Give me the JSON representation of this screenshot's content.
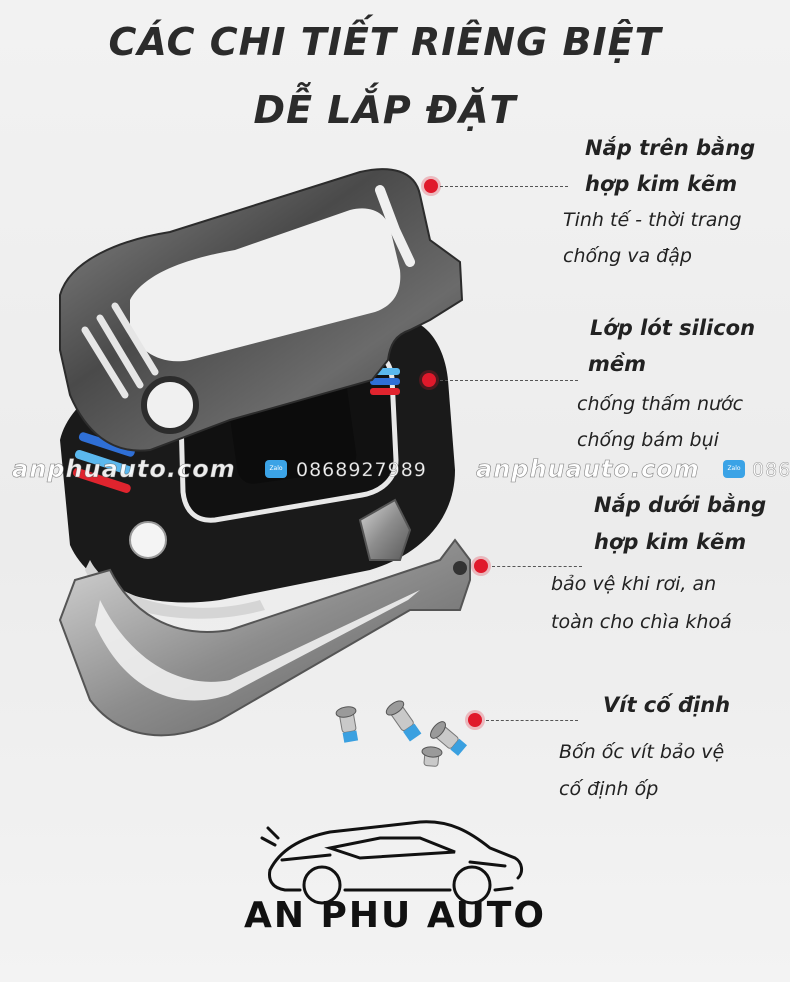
{
  "title": {
    "line1": "CÁC CHI TIẾT RIÊNG BIỆT",
    "line2": "DỄ LẮP ĐẶT"
  },
  "callouts": [
    {
      "heading": [
        "Nắp trên bằng",
        "hợp kim kẽm"
      ],
      "description": [
        "Tinh tế - thời trang",
        "chống va đập"
      ]
    },
    {
      "heading": [
        "Lớp lót silicon",
        "mềm"
      ],
      "description": [
        "chống thấm nước",
        "chống bám bụi"
      ]
    },
    {
      "heading": [
        "Nắp dưới bằng",
        "hợp kim kẽm"
      ],
      "description": [
        "bảo vệ khi rơi, an",
        "toàn cho chìa khoá"
      ]
    },
    {
      "heading": [
        "Vít cố định"
      ],
      "description": [
        "Bốn ốc vít bảo vệ",
        "cố định ốp"
      ]
    }
  ],
  "watermark": {
    "site": "anphuauto.com",
    "phone": "0868927989",
    "phone_cut": "086",
    "zalo_label": "Zalo"
  },
  "brand": {
    "name": "AN PHU AUTO",
    "logo_icon": "sports-car-outline-icon"
  },
  "colors": {
    "accent_dot": "#e0192b",
    "title_text": "#2b2b2b",
    "zalo_blue": "#3ba3e6"
  }
}
